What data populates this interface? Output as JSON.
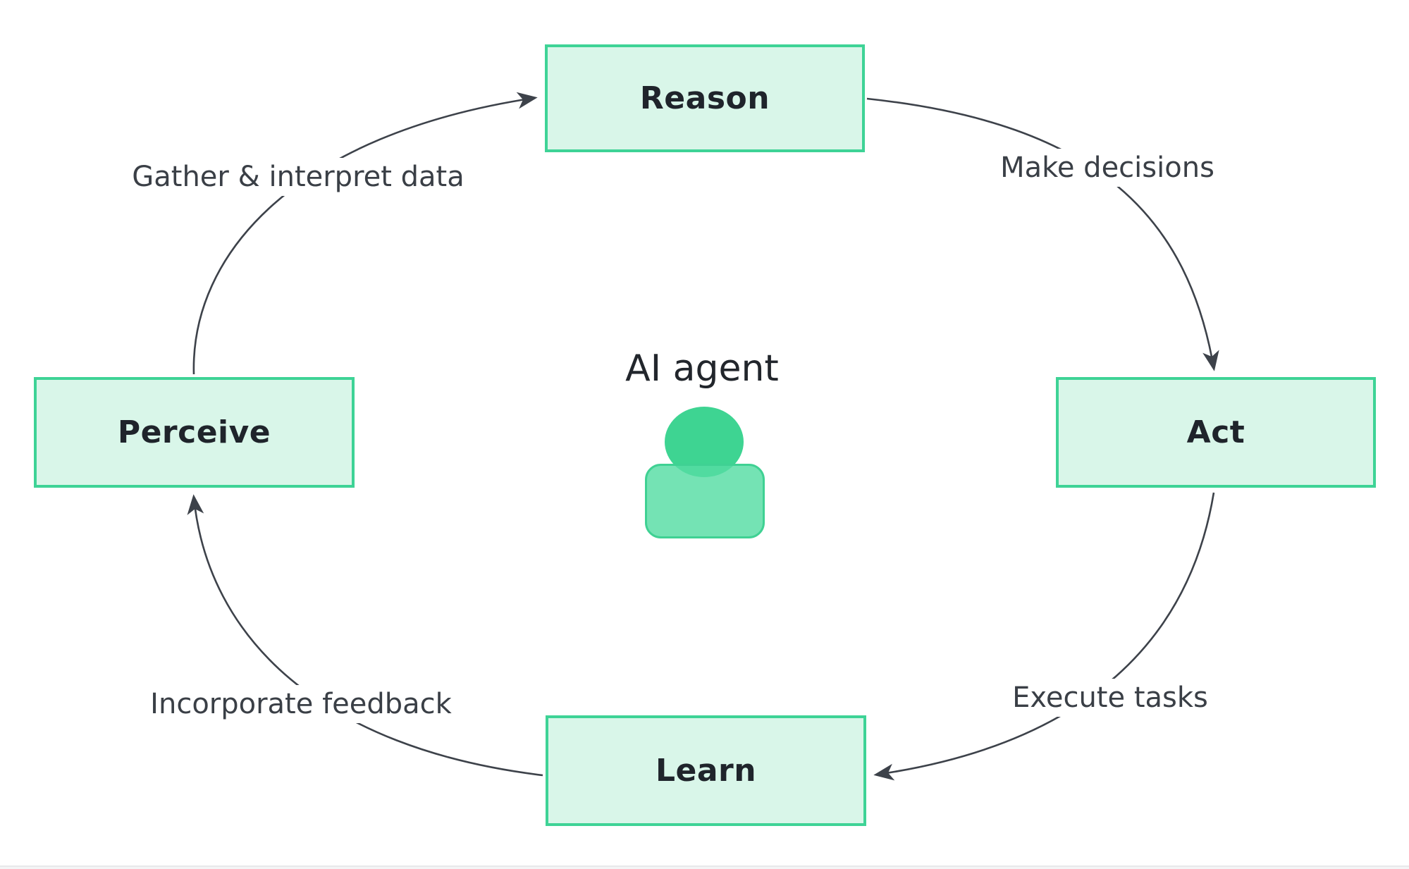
{
  "diagram": {
    "center_title": "AI agent",
    "center_icon": "person-icon",
    "nodes": [
      {
        "id": "reason",
        "label": "Reason",
        "position": "top"
      },
      {
        "id": "act",
        "label": "Act",
        "position": "right"
      },
      {
        "id": "learn",
        "label": "Learn",
        "position": "bottom"
      },
      {
        "id": "perceive",
        "label": "Perceive",
        "position": "left"
      }
    ],
    "edges": [
      {
        "from": "perceive",
        "to": "reason",
        "label": "Gather & interpret data"
      },
      {
        "from": "reason",
        "to": "act",
        "label": "Make decisions"
      },
      {
        "from": "act",
        "to": "learn",
        "label": "Execute tasks"
      },
      {
        "from": "learn",
        "to": "perceive",
        "label": "Incorporate feedback"
      }
    ]
  },
  "colors": {
    "box_fill": "#d9f6e9",
    "box_border": "#3ed396",
    "box_text": "#1f242b",
    "edge_line": "#3d424a",
    "edge_text": "#3a3f46",
    "icon_head": "#3ed492",
    "icon_body": "#56dda3",
    "icon_body_border": "#3fd193",
    "background": "#ffffff"
  }
}
